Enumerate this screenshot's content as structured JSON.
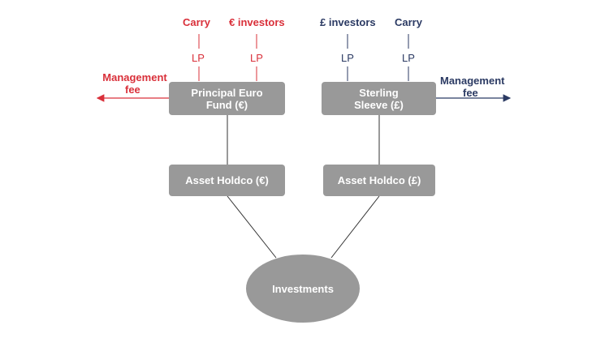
{
  "colors": {
    "euro": "#d9303a",
    "sterling": "#2b3a63",
    "box": "#999999",
    "connector": "#333333"
  },
  "euro_side": {
    "top_labels": [
      "Carry",
      "€ investors"
    ],
    "lp_label": "LP",
    "fund": {
      "line1": "Principal Euro",
      "line2": "Fund (€)"
    },
    "fee_label": {
      "line1": "Management",
      "line2": "fee"
    },
    "holdco": "Asset Holdco (€)"
  },
  "sterling_side": {
    "top_labels": [
      "£ investors",
      "Carry"
    ],
    "lp_label": "LP",
    "fund": {
      "line1": "Sterling",
      "line2": "Sleeve (£)"
    },
    "fee_label": {
      "line1": "Management",
      "line2": "fee"
    },
    "holdco": "Asset Holdco (£)"
  },
  "investments": "Investments"
}
